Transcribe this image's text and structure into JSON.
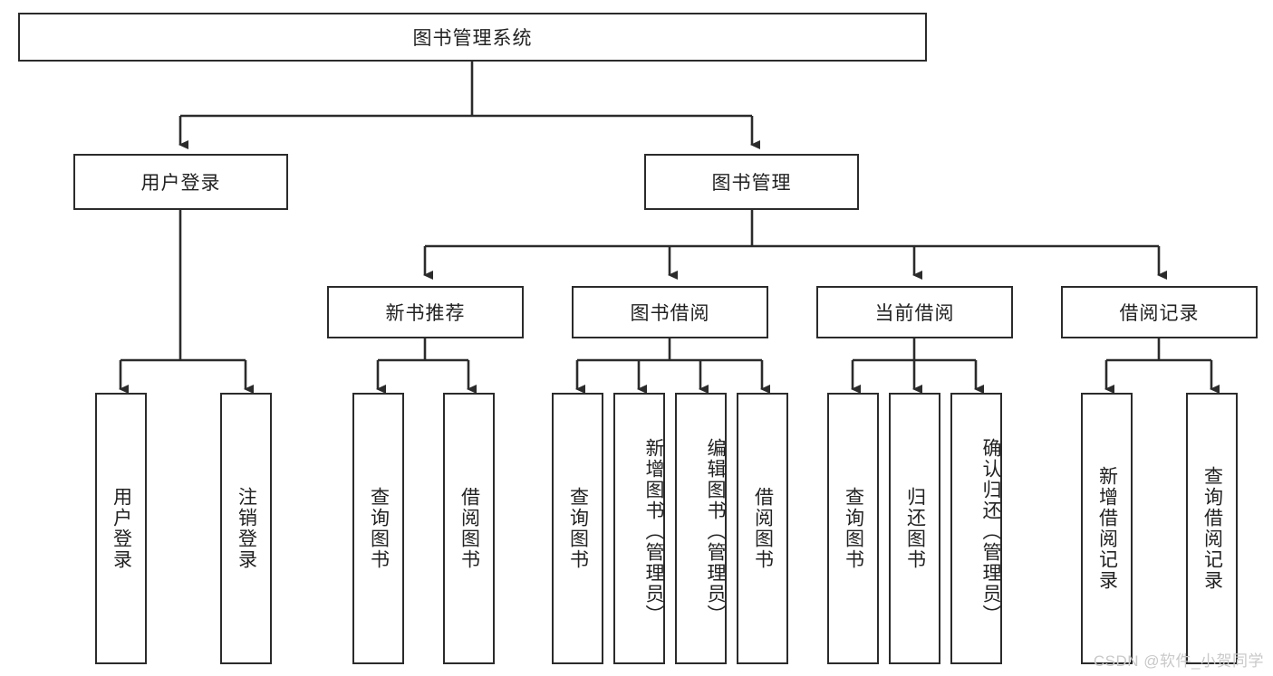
{
  "diagram": {
    "type": "tree-hierarchy",
    "title": "图书管理系统",
    "root": {
      "id": "root",
      "label": "图书管理系统"
    },
    "level2": [
      {
        "id": "user-login",
        "label": "用户登录"
      },
      {
        "id": "book-manage",
        "label": "图书管理"
      }
    ],
    "level3": [
      {
        "id": "new-book-recommend",
        "label": "新书推荐",
        "parent": "book-manage"
      },
      {
        "id": "book-borrow",
        "label": "图书借阅",
        "parent": "book-manage"
      },
      {
        "id": "current-borrow",
        "label": "当前借阅",
        "parent": "book-manage"
      },
      {
        "id": "borrow-record",
        "label": "借阅记录",
        "parent": "book-manage"
      }
    ],
    "leaves": {
      "user_login": [
        {
          "id": "leaf-user-login",
          "label": "用户登录"
        },
        {
          "id": "leaf-logout-login",
          "label": "注销登录"
        }
      ],
      "new_book_recommend": [
        {
          "id": "leaf-query-book-1",
          "label": "查询图书"
        },
        {
          "id": "leaf-borrow-book-1",
          "label": "借阅图书"
        }
      ],
      "book_borrow": [
        {
          "id": "leaf-query-book-2",
          "label": "查询图书"
        },
        {
          "id": "leaf-add-book",
          "label": "新增图书（管理员）"
        },
        {
          "id": "leaf-edit-book",
          "label": "编辑图书（管理员）"
        },
        {
          "id": "leaf-borrow-book-2",
          "label": "借阅图书"
        }
      ],
      "current_borrow": [
        {
          "id": "leaf-query-book-3",
          "label": "查询图书"
        },
        {
          "id": "leaf-return-book",
          "label": "归还图书"
        },
        {
          "id": "leaf-confirm-return",
          "label": "确认归还（管理员）"
        }
      ],
      "borrow_record": [
        {
          "id": "leaf-add-record",
          "label": "新增借阅记录"
        },
        {
          "id": "leaf-query-record",
          "label": "查询借阅记录"
        }
      ]
    },
    "watermark": "CSDN @软件_小贺同学",
    "colors": {
      "stroke": "#2b2b2b",
      "fill": "#ffffff",
      "text": "#222222",
      "watermark": "#c9c9c9"
    }
  }
}
